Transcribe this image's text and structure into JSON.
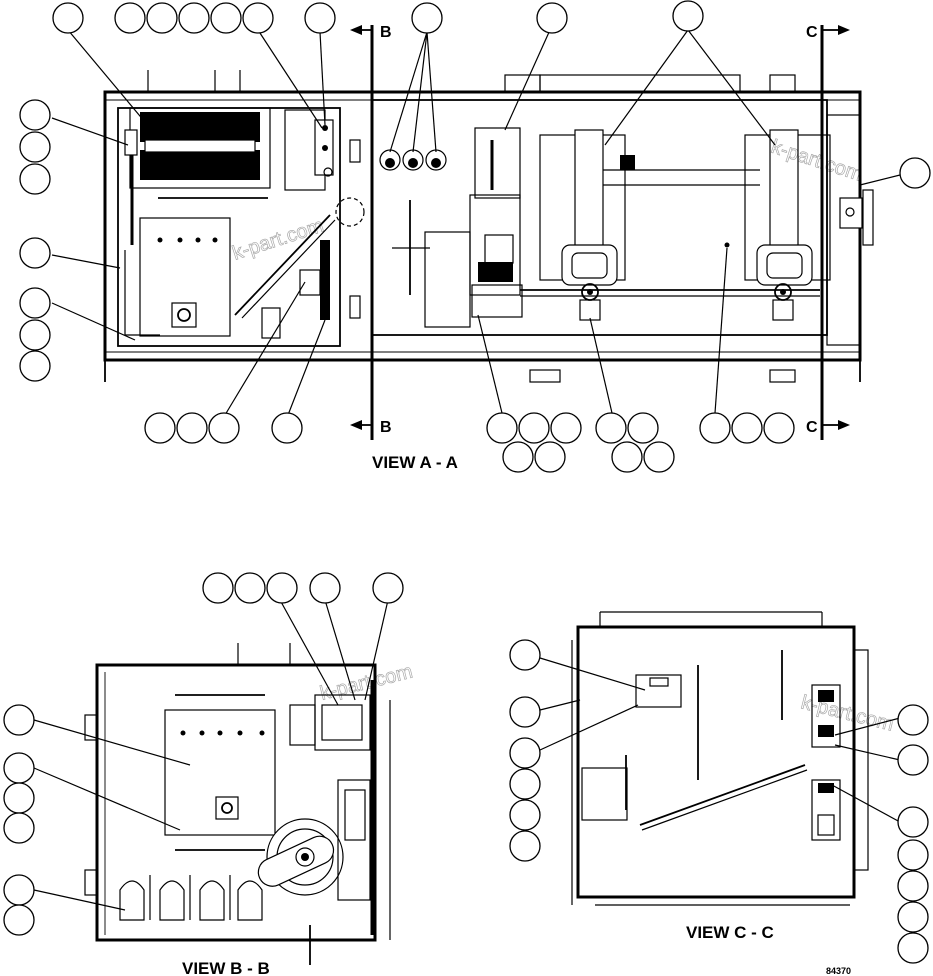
{
  "views": {
    "view_a": {
      "title": "VIEW A - A"
    },
    "view_b": {
      "title": "VIEW B - B"
    },
    "view_c": {
      "title": "VIEW C - C"
    }
  },
  "section_markers": {
    "b_top": "B",
    "b_bottom": "B",
    "c_top": "C",
    "c_bottom": "C"
  },
  "watermark": "k-part.com",
  "drawing_number": "84370",
  "colors": {
    "ink": "#000000",
    "paper": "#ffffff"
  }
}
